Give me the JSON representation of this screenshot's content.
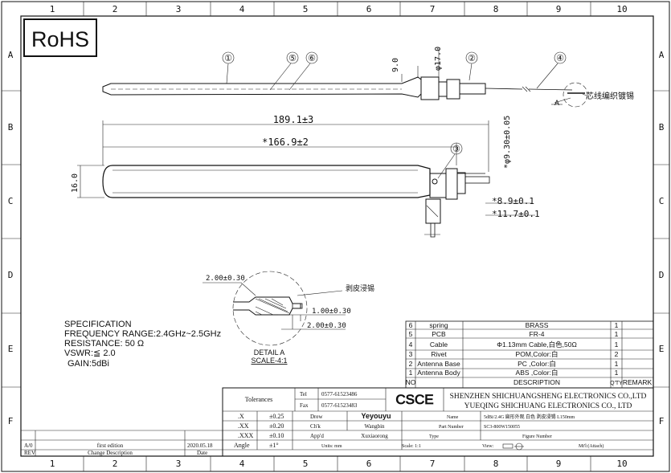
{
  "frame": {
    "col_numbers": [
      "1",
      "2",
      "3",
      "4",
      "5",
      "6",
      "7",
      "8",
      "9",
      "10"
    ],
    "row_letters": [
      "A",
      "B",
      "C",
      "D",
      "E",
      "F"
    ]
  },
  "rohs": "RoHS",
  "callouts": [
    "①",
    "②",
    "③",
    "④",
    "⑤",
    "⑥"
  ],
  "dims": {
    "overall": "189.1±3",
    "body": "*166.9±2",
    "diameter_tip": "φ17.0",
    "height_9": "9.0",
    "height_16": "16.0",
    "dia_930": "*φ9.30±0.05",
    "d_89": "*8.9±0.1",
    "d_117": "*11.7±0.1",
    "view_a": "A",
    "core_note": "芯线编织镀锡"
  },
  "detail": {
    "dim_200_a": "2.00±0.30",
    "dim_100": "1.00±0.30",
    "dim_200_b": "2.00±0.30",
    "note": "剥皮浸锡",
    "title": "DETAIL A",
    "scale": "SCALE-4:1"
  },
  "spec": {
    "title": "SPECIFICATION",
    "lines": [
      "FREQUENCY RANGE:2.4GHz~2.5GHz",
      "RESISTANCE: 50 Ω",
      "VSWR:≦ 2.0",
      "GAIN:5dBi"
    ]
  },
  "bom": {
    "rows": [
      {
        "no": "6",
        "name": "spring",
        "desc": "BRASS",
        "qty": "1",
        "remark": ""
      },
      {
        "no": "5",
        "name": "PCB",
        "desc": "FR-4",
        "qty": "1",
        "remark": ""
      },
      {
        "no": "4",
        "name": "Cable",
        "desc": "Φ1.13mm Cable,白色,50Ω",
        "qty": "1",
        "remark": ""
      },
      {
        "no": "3",
        "name": "Rivet",
        "desc": "POM,Color:白",
        "qty": "2",
        "remark": ""
      },
      {
        "no": "2",
        "name": "Antenna Base",
        "desc": "PC ,Color:白",
        "qty": "1",
        "remark": ""
      },
      {
        "no": "1",
        "name": "Antenna Body",
        "desc": "ABS ,Color:白",
        "qty": "1",
        "remark": ""
      }
    ],
    "header": {
      "no": "NO",
      "desc": "DESCRIPTION",
      "qty": "Q'TY",
      "remark": "REMARK"
    }
  },
  "title_block": {
    "tolerances": "Tolerances",
    "tol_rows": [
      {
        "k": ".X",
        "v": "±0.25"
      },
      {
        "k": ".XX",
        "v": "±0.20"
      },
      {
        "k": ".XXX",
        "v": "±0.10"
      },
      {
        "k": "Angle",
        "v": "±1°"
      }
    ],
    "tel_label": "Tel",
    "tel": "0577-61523486",
    "fax_label": "Fax",
    "fax": "0577-61523483",
    "logo": "CSCE",
    "company_cn": "SHENZHEN SHICHUANGSHENG ELECTRONICS CO.,LTD",
    "company_en": "YUEQING SHICHUANG ELECTRONICS CO., LTD",
    "drew_label": "Drew",
    "drew": "Yeyouyu",
    "chk_label": "Ch'k",
    "chk": "Wangbin",
    "appd_label": "App'd",
    "appd": "Xuxiaorong",
    "units_label": "Units: mm",
    "scale_label": "Scale: 1:1",
    "name_label": "Name",
    "name": "5dBi/2.4G 扁形外观 白色 剥皮浸锡 L150mm",
    "partno_label": "Part Number",
    "partno": "SC3-800W150055",
    "type_label": "Type",
    "figure_label": "Figure Number",
    "view_label": "View:",
    "mtl_label": "Mt'l:(Attach)",
    "rev_rows": [
      {
        "rev": "A/0",
        "desc": "first edition",
        "date": "2020.05.18"
      },
      {
        "rev": "REV",
        "desc": "Change Description",
        "date": "Date"
      }
    ]
  }
}
